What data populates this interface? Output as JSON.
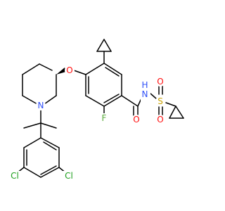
{
  "structure": {
    "atom_labels": {
      "o_ether": "O",
      "n_ring": "N",
      "f": "F",
      "o_carbonyl": "O",
      "n_amide": "N",
      "h_amide": "H",
      "s": "S",
      "o_s_top": "O",
      "o_s_bottom": "O",
      "cl_left": "Cl",
      "cl_right": "Cl"
    },
    "colors": {
      "bond": "#000000",
      "oxygen": "#ff0d0d",
      "nitrogen": "#3050f8",
      "sulfur": "#c8a000",
      "fluorine": "#5aaa3c",
      "chlorine": "#1fa01f"
    }
  }
}
